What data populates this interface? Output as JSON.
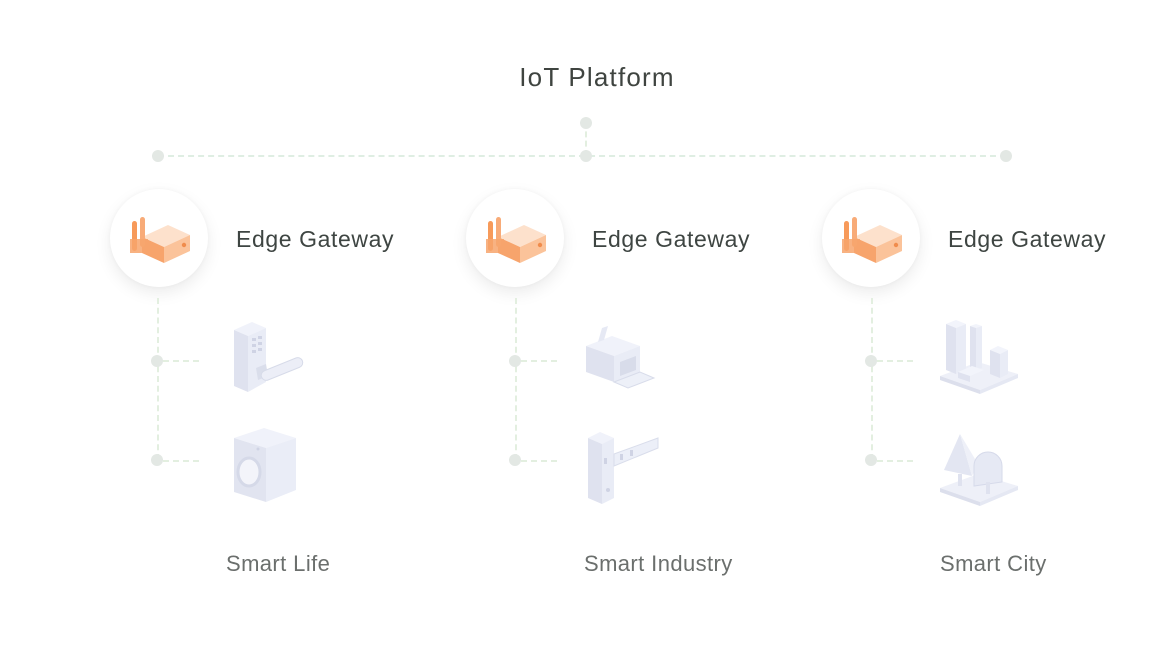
{
  "diagram": {
    "title": "IoT Platform",
    "columns": [
      {
        "gateway_label": "Edge Gateway",
        "category": "Smart Life",
        "devices": [
          {
            "icon": "smart-lock-icon"
          },
          {
            "icon": "washing-machine-icon"
          }
        ]
      },
      {
        "gateway_label": "Edge Gateway",
        "category": "Smart Industry",
        "devices": [
          {
            "icon": "printer-icon"
          },
          {
            "icon": "industrial-machine-icon"
          }
        ]
      },
      {
        "gateway_label": "Edge Gateway",
        "category": "Smart City",
        "devices": [
          {
            "icon": "city-buildings-icon"
          },
          {
            "icon": "park-shapes-icon"
          }
        ]
      }
    ],
    "colors": {
      "gateway_accent": "#f6a26a",
      "connector_line": "#dfeee3",
      "node_dot": "#e3e8e4",
      "device_fill": "#e6e9f5"
    }
  }
}
